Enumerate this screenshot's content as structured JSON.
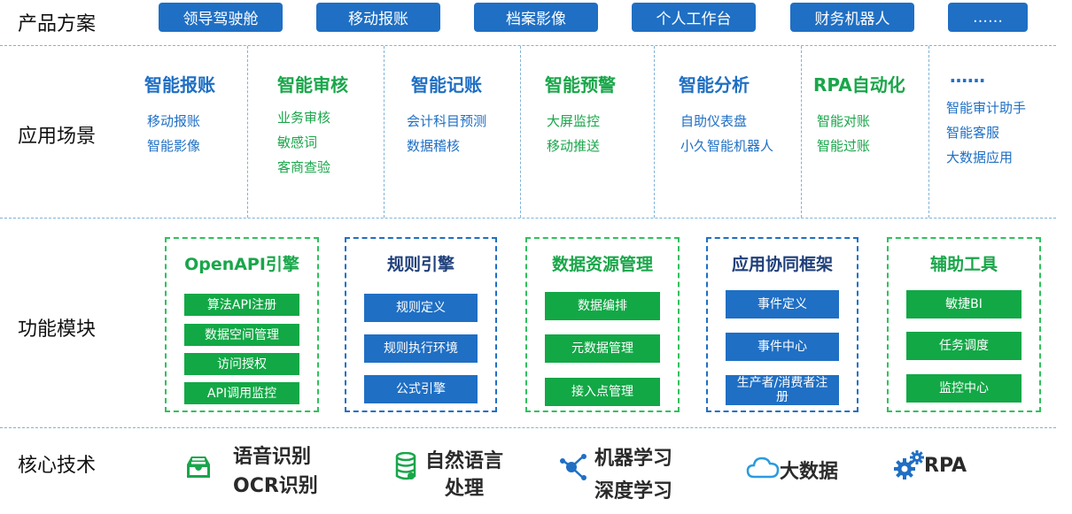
{
  "rows": {
    "product": "产品方案",
    "scenario": "应用场景",
    "module": "功能模块",
    "core": "核心技术"
  },
  "products": [
    "领导驾驶舱",
    "移动报账",
    "档案影像",
    "个人工作台",
    "财务机器人",
    "……"
  ],
  "scenarios": [
    {
      "title": "智能报账",
      "items": [
        "移动报账",
        "智能影像"
      ]
    },
    {
      "title": "智能审核",
      "items": [
        "业务审核",
        "敏感词",
        "客商查验"
      ]
    },
    {
      "title": "智能记账",
      "items": [
        "会计科目预测",
        "数据稽核"
      ]
    },
    {
      "title": "智能预警",
      "items": [
        "大屏监控",
        "移动推送"
      ]
    },
    {
      "title": "智能分析",
      "items": [
        "自助仪表盘",
        "小久智能机器人"
      ]
    },
    {
      "title": "RPA自动化",
      "items": [
        "智能对账",
        "智能过账"
      ]
    },
    {
      "title": "……",
      "items": [
        "智能审计助手",
        "智能客服",
        "大数据应用"
      ]
    }
  ],
  "modules": [
    {
      "title": "OpenAPI引擎",
      "items": [
        "算法API注册",
        "数据空间管理",
        "访问授权",
        "API调用监控"
      ]
    },
    {
      "title": "规则引擎",
      "items": [
        "规则定义",
        "规则执行环境",
        "公式引擎"
      ]
    },
    {
      "title": "数据资源管理",
      "items": [
        "数据编排",
        "元数据管理",
        "接入点管理"
      ]
    },
    {
      "title": "应用协同框架",
      "items": [
        "事件定义",
        "事件中心",
        "生产者/消费者注册"
      ]
    },
    {
      "title": "辅助工具",
      "items": [
        "敏捷BI",
        "任务调度",
        "监控中心"
      ]
    }
  ],
  "core_tech": [
    {
      "icon": "inbox-tray-icon",
      "lines": [
        "语音识别",
        "OCR识别"
      ]
    },
    {
      "icon": "database-icon",
      "lines": [
        "自然语言",
        "处理"
      ]
    },
    {
      "icon": "network-nodes-icon",
      "lines": [
        "机器学习",
        "深度学习"
      ]
    },
    {
      "icon": "cloud-icon",
      "lines": [
        "大数据"
      ]
    },
    {
      "icon": "gears-icon",
      "lines": [
        "RPA"
      ]
    }
  ],
  "colors": {
    "blue": "#1f6fc4",
    "green": "#12a846",
    "dashed_line": "#7fb2d6"
  }
}
